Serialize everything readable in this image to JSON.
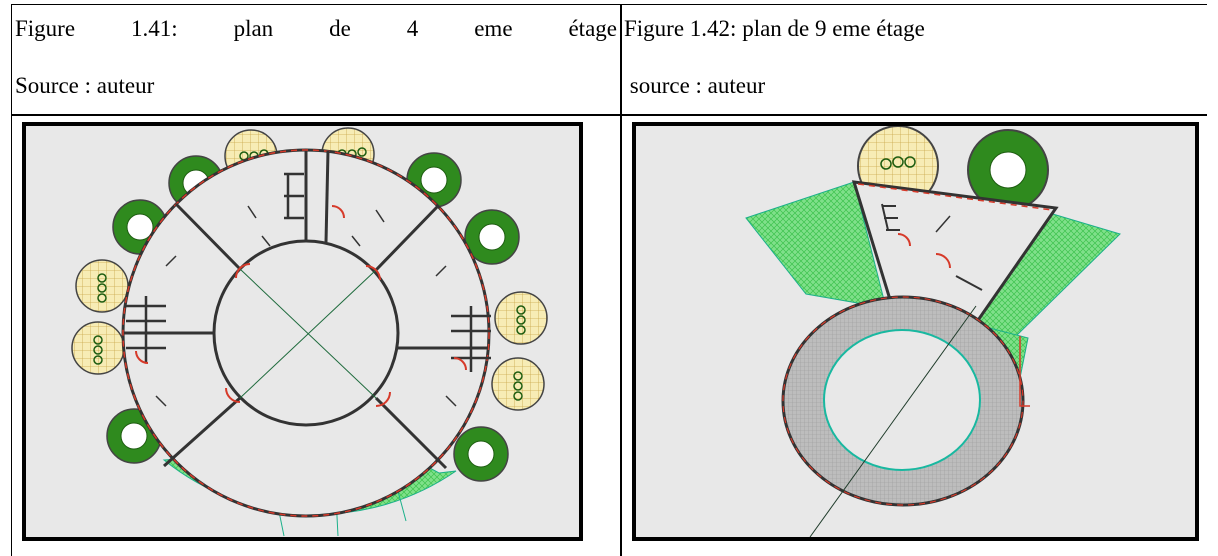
{
  "figures": [
    {
      "caption": "Figure 1.41: plan de 4 eme étage",
      "source": "Source : auteur",
      "subject": "4th floor plan"
    },
    {
      "caption": "Figure 1.42: plan de 9 eme étage",
      "source": " source : auteur",
      "subject": "9th floor plan"
    }
  ],
  "colors": {
    "background": "#e8e8e8",
    "wall": "#333333",
    "accent_red": "#d63a2a",
    "hatch_green": "#5fd16a",
    "tree_green": "#2f8a1e",
    "balcony_yellow": "#f5e7a6",
    "core_teal": "#19b8a0"
  }
}
